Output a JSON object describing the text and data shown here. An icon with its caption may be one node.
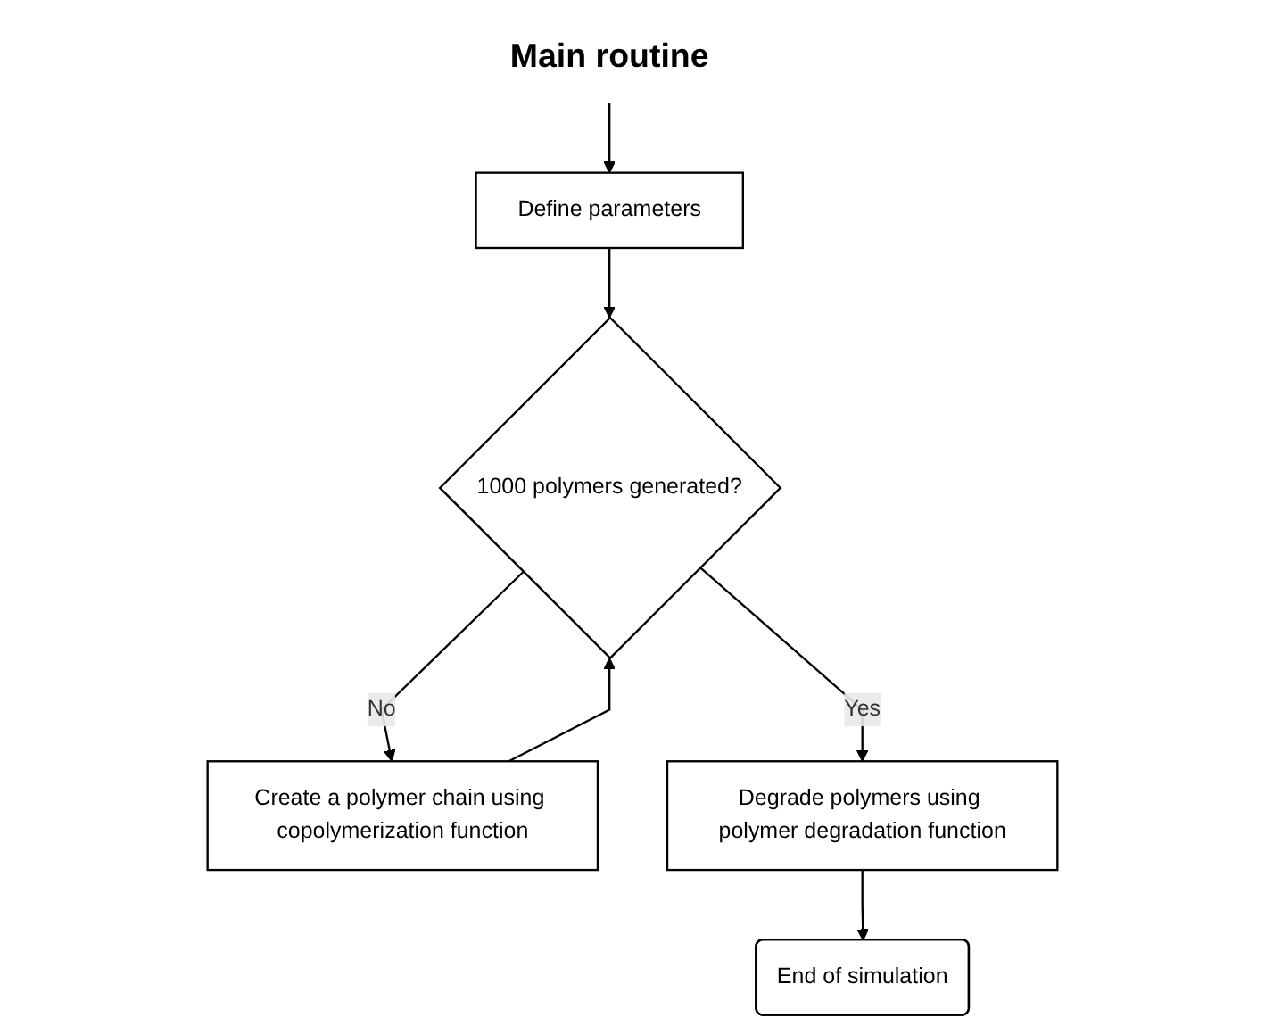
{
  "diagram": {
    "nodes": [
      {
        "text": [
          "Main routine"
        ]
      },
      {
        "text": [
          "Define parameters"
        ]
      },
      {
        "text": [
          "1000 polymers generated?"
        ]
      },
      {
        "text": [
          "Create a polymer chain using copolymerization function"
        ]
      },
      {
        "text": [
          "Degrade polymers using polymer degradation function"
        ]
      },
      {
        "text": [
          "End of simulation"
        ]
      }
    ],
    "edges": [
      {
        "from": 0,
        "to": 1,
        "arrow": "to"
      },
      {
        "from": 1,
        "to": 2,
        "arrow": "to"
      },
      {
        "from": 2,
        "to": 3,
        "label": "No",
        "arrow": "to"
      },
      {
        "from": 3,
        "to": 2,
        "arrow": "to"
      },
      {
        "from": 2,
        "to": 4,
        "label": "Yes",
        "arrow": "to"
      },
      {
        "from": 4,
        "to": 5,
        "arrow": "to"
      }
    ]
  }
}
